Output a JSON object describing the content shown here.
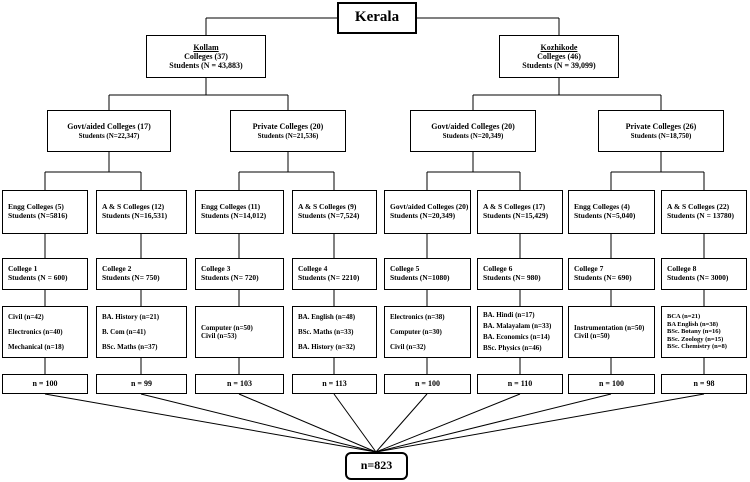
{
  "root": {
    "label": "Kerala"
  },
  "districts": [
    {
      "name": "Kollam",
      "colleges": "Colleges (37)",
      "students": "Students (N = 43,883)"
    },
    {
      "name": "Kozhikode",
      "colleges": "Colleges (46)",
      "students": "Students (N = 39,099)"
    }
  ],
  "types": [
    {
      "label": "Govt/aided Colleges (17)",
      "students": "Students (N=22,347)"
    },
    {
      "label": "Private Colleges (20)",
      "students": "Students (N=21,536)"
    },
    {
      "label": "Govt/aided Colleges (20)",
      "students": "Students (N=20,349)"
    },
    {
      "label": "Private Colleges (26)",
      "students": "Students (N=18,750)"
    }
  ],
  "streams": [
    {
      "label": "Engg Colleges (5)",
      "students": "Students (N=5816)"
    },
    {
      "label": "A & S Colleges (12)",
      "students": "Students (N=16,531)"
    },
    {
      "label": "Engg Colleges (11)",
      "students": "Students (N=14,012)"
    },
    {
      "label": "A & S Colleges (9)",
      "students": "Students (N=7,524)"
    },
    {
      "label": "Govt/aided Colleges (20)",
      "students": "Students (N=20,349)"
    },
    {
      "label": "A & S Colleges (17)",
      "students": "Students (N=15,429)"
    },
    {
      "label": "Engg Colleges (4)",
      "students": "Students (N=5,040)"
    },
    {
      "label": "A & S Colleges (22)",
      "students": "Students (N = 13780)"
    }
  ],
  "colleges": [
    {
      "name": "College 1",
      "students": "Students (N = 600)"
    },
    {
      "name": "College 2",
      "students": "Students (N= 750)"
    },
    {
      "name": "College 3",
      "students": "Students (N= 720)"
    },
    {
      "name": "College 4",
      "students": "Students (N= 2210)"
    },
    {
      "name": "College 5",
      "students": "Students (N=1080)"
    },
    {
      "name": "College 6",
      "students": "Students (N= 980)"
    },
    {
      "name": "College 7",
      "students": "Students (N= 690)"
    },
    {
      "name": "College 8",
      "students": "Students (N= 3000)"
    }
  ],
  "departments": [
    [
      "Civil (n=42)",
      "Electronics (n=40)",
      "Mechanical (n=18)"
    ],
    [
      "BA. History (n=21)",
      "B. Com (n=41)",
      "BSc. Maths (n=37)"
    ],
    [
      "Computer (n=50)",
      "Civil (n=53)"
    ],
    [
      "BA. English (n=48)",
      "BSc. Maths (n=33)",
      "BA. History (n=32)"
    ],
    [
      "Electronics (n=38)",
      "Computer (n=30)",
      "Civil (n=32)"
    ],
    [
      "BA. Hindi (n=17)",
      "BA. Malayalam (n=33)",
      "BA. Economics (n=14)",
      "BSc. Physics (n=46)"
    ],
    [
      "Instrumentation (n=50)",
      "Civil (n=50)"
    ],
    [
      "BCA (n=21)",
      "BA English (n=38)",
      "BSc. Botany (n=16)",
      "BSc. Zoology (n=15)",
      "BSc. Chemistry (n=8)"
    ]
  ],
  "samples": [
    "n = 100",
    "n = 99",
    "n = 103",
    "n = 113",
    "n = 100",
    "n = 110",
    "n = 100",
    "n = 98"
  ],
  "total": {
    "label": "n=823"
  }
}
